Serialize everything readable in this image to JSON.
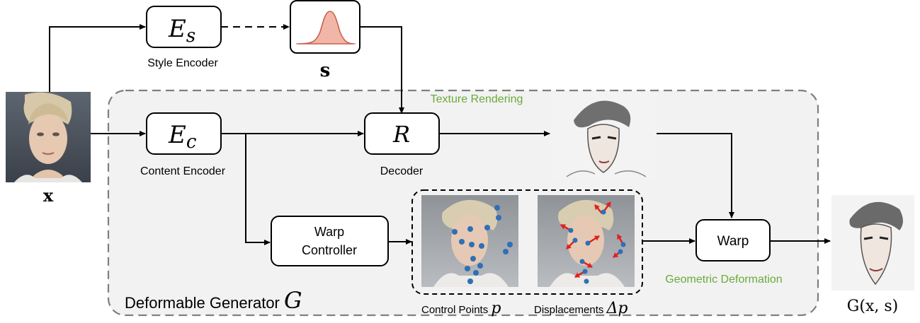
{
  "nodes": {
    "style_encoder": {
      "symbol": "E",
      "subscript": "s",
      "caption": "Style Encoder"
    },
    "style_code": {
      "caption": "s"
    },
    "content_encoder": {
      "symbol": "E",
      "subscript": "c",
      "caption": "Content Encoder"
    },
    "decoder": {
      "symbol": "R",
      "caption": "Decoder"
    },
    "warp_controller": {
      "line1": "Warp",
      "line2": "Controller"
    },
    "warp": {
      "label": "Warp"
    }
  },
  "labels": {
    "input": "x",
    "texture_rendering": "Texture Rendering",
    "geometric_deformation": "Geometric Deformation",
    "generator_name": "Deformable Generator",
    "generator_symbol": "G",
    "control_points_text": "Control Points",
    "control_points_symbol": "p",
    "displacements_text": "Displacements",
    "displacements_symbol": "Δp",
    "output": "G(x, s)"
  },
  "colors": {
    "accent_green": "#6aaa3a",
    "region_fill": "#f2f2f2",
    "region_border": "#7f7f7f",
    "gaussian_fill": "#f2b6a8",
    "gaussian_stroke": "#c8604c",
    "control_point": "#2f6fb5",
    "displacement_arrow": "#e02020",
    "face_bg_dark": "#4e5560",
    "face_bg_light": "#f3f3f3"
  },
  "icons": {
    "input_image": "portrait-photo-icon",
    "rendered_image": "sketch-portrait-icon",
    "output_image": "caricature-portrait-icon",
    "distribution": "gaussian-curve-icon"
  }
}
